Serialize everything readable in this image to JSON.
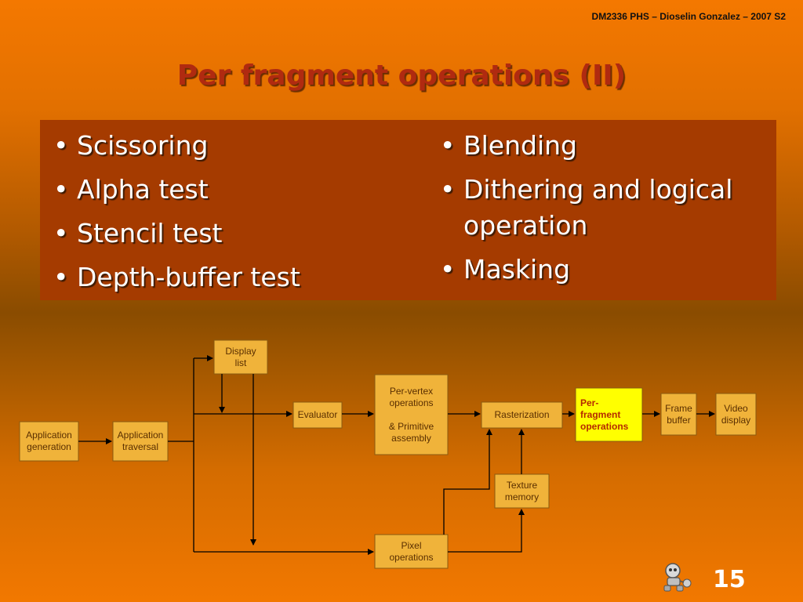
{
  "header": {
    "text": "DM2336 PHS – Dioselin Gonzalez – 2007 S2"
  },
  "title": "Per fragment operations (II)",
  "left_bullets": [
    {
      "bullet": "•",
      "text": "Scissoring"
    },
    {
      "bullet": "•",
      "text": "Alpha test"
    },
    {
      "bullet": "•",
      "text": "Stencil test"
    },
    {
      "bullet": "•",
      "text": "Depth-buffer test"
    }
  ],
  "right_bullets": [
    {
      "bullet": "•",
      "text": "Blending"
    },
    {
      "bullet": "•",
      "text": "Dithering and logical operation"
    },
    {
      "bullet": "•",
      "text": "Masking"
    }
  ],
  "diagram": {
    "nodes": {
      "app_generation": "Application\ngeneration",
      "app_traversal": "Application\ntraversal",
      "display_list": "Display\nlist",
      "evaluator": "Evaluator",
      "per_vertex": "Per-vertex\noperations\n\n& Primitive\nassembly",
      "rasterization": "Rasterization",
      "per_fragment": "Per-\nfragment\noperations",
      "frame_buffer": "Frame\nbuffer",
      "video_display": "Video\ndisplay",
      "texture_memory": "Texture\nmemory",
      "pixel_operations": "Pixel\noperations"
    },
    "box_fill": "#f0b33a",
    "highlight_fill": "#ffff00"
  },
  "page_number": "15"
}
